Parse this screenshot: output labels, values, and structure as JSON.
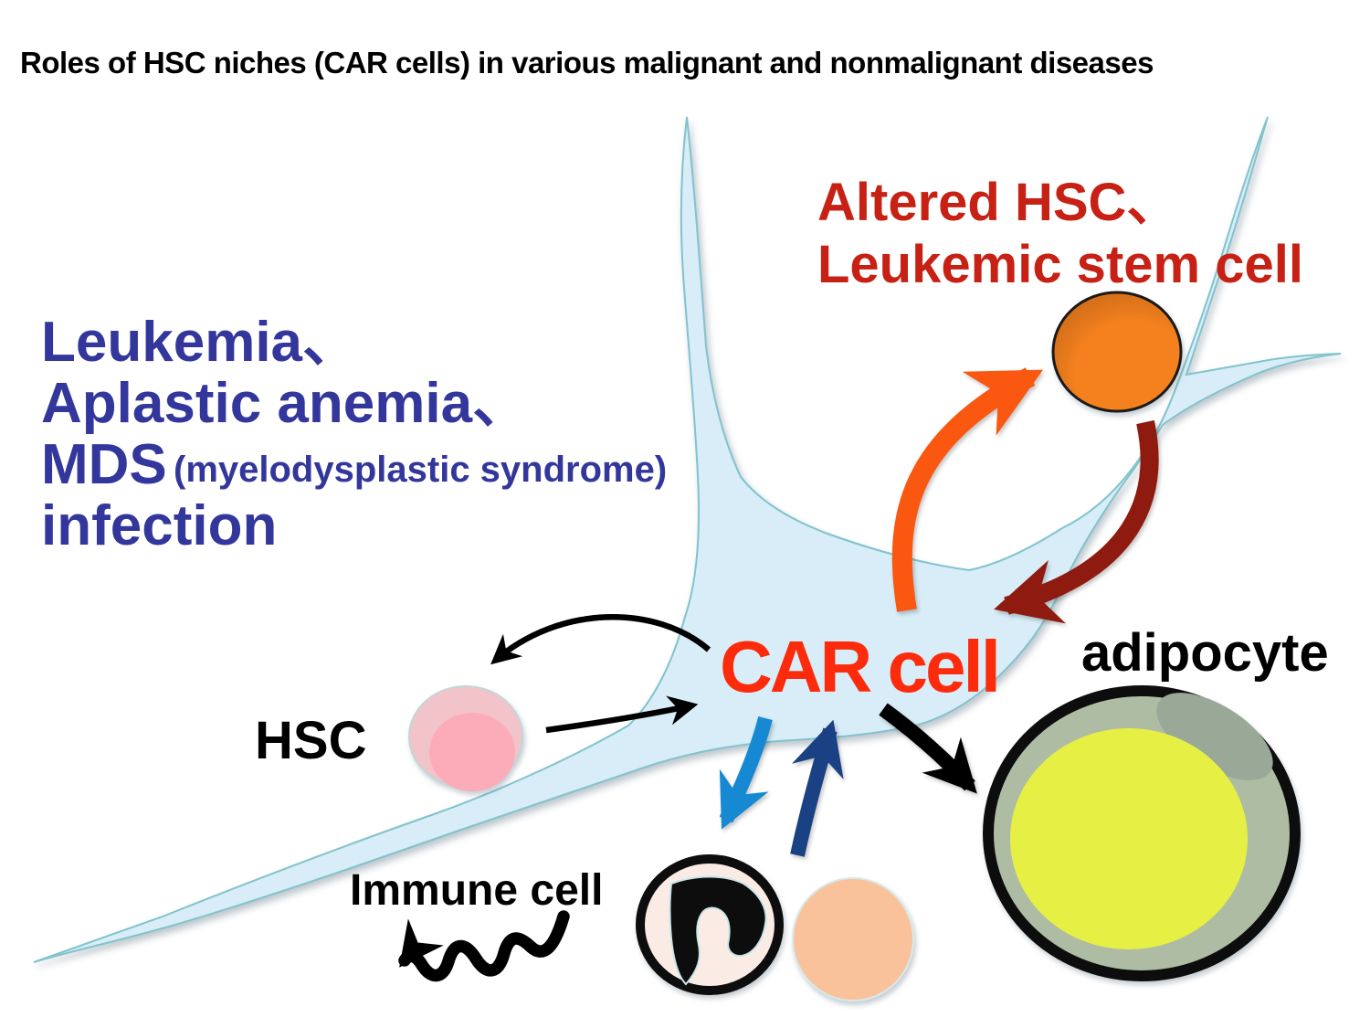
{
  "title": "Roles of HSC niches (CAR cells) in various malignant and nonmalignant diseases",
  "disease_list": {
    "line1": "Leukemia、",
    "line2": "Aplastic anemia、",
    "line3_main": "MDS",
    "line3_sub": "(myelodysplastic syndrome)",
    "line4": "infection"
  },
  "altered_hsc": {
    "line1": "Altered HSC、",
    "line2": "Leukemic stem cell"
  },
  "labels": {
    "car_cell": "CAR cell",
    "adipocyte": "adipocyte",
    "hsc": "HSC",
    "immune_cell": "Immune cell"
  },
  "colors": {
    "title_text": "#000000",
    "disease_text": "#33379B",
    "altered_hsc_text": "#C62114",
    "car_cell_text": "#FB2B0C",
    "label_text": "#000000",
    "cell_fill": "#D8EDF8",
    "cell_outline": "#82C3CC",
    "hsc_outer_fill": "#F2C4CA",
    "hsc_outer_outline": "#C2D6D8",
    "hsc_inner_fill": "#FCACB8",
    "leukemic_cell_fill": "#F5811E",
    "leukemic_cell_outline": "#1A1A1A",
    "adipocyte_outline": "#0D0D0D",
    "adipocyte_ring": "#AEBCA4",
    "adipocyte_patch": "#99A897",
    "adipocyte_core": "#E6EF44",
    "immune_cell_fill": "#FAEBE5",
    "immune_cell_outline": "#0D0D0D",
    "immune_nucleus_fill": "#0D0D0D",
    "immune_nucleus_outline": "#C9E6E8",
    "progenitor_fill": "#F9C29B",
    "progenitor_outline": "#D8E9E9",
    "arrow_orange": "#FA5710",
    "arrow_darkred": "#8E1A10",
    "arrow_blue": "#1789D2",
    "arrow_navy": "#1A4183",
    "arrow_black": "#000000"
  }
}
